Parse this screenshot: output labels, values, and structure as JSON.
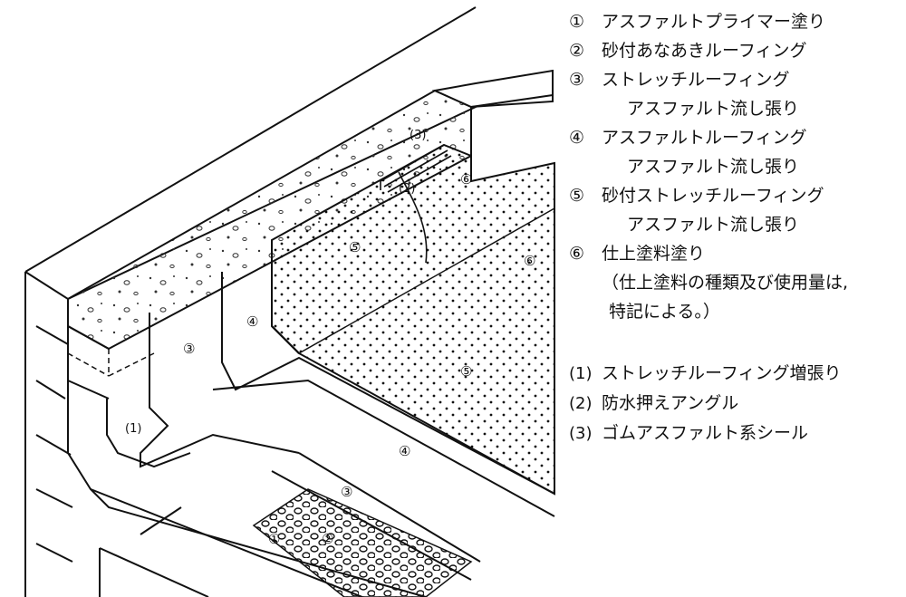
{
  "legend": {
    "items": [
      {
        "mark": "①",
        "lines": [
          "アスファルトプライマー塗り"
        ]
      },
      {
        "mark": "②",
        "lines": [
          "砂付あなあきルーフィング"
        ]
      },
      {
        "mark": "③",
        "lines": [
          "ストレッチルーフィング",
          "アスファルト流し張り"
        ]
      },
      {
        "mark": "④",
        "lines": [
          "アスファルトルーフィング",
          "アスファルト流し張り"
        ]
      },
      {
        "mark": "⑤",
        "lines": [
          "砂付ストレッチルーフィング",
          "アスファルト流し張り"
        ]
      },
      {
        "mark": "⑥",
        "lines": [
          "仕上塗料塗り"
        ]
      }
    ],
    "note": [
      "（仕上塗料の種類及び使用量は,",
      "特記による。）"
    ],
    "sub_items": [
      {
        "mark": "(1)",
        "text": "ストレッチルーフィング増張り"
      },
      {
        "mark": "(2)",
        "text": "防水押えアングル"
      },
      {
        "mark": "(3)",
        "text": "ゴムアスファルト系シール"
      }
    ]
  },
  "diagram_labels": {
    "m1": "①",
    "m2": "②",
    "m3": "③",
    "m4": "④",
    "m5": "⑤",
    "m6": "⑥",
    "p1": "(1)",
    "p2": "(2)",
    "p3": "(3)"
  }
}
